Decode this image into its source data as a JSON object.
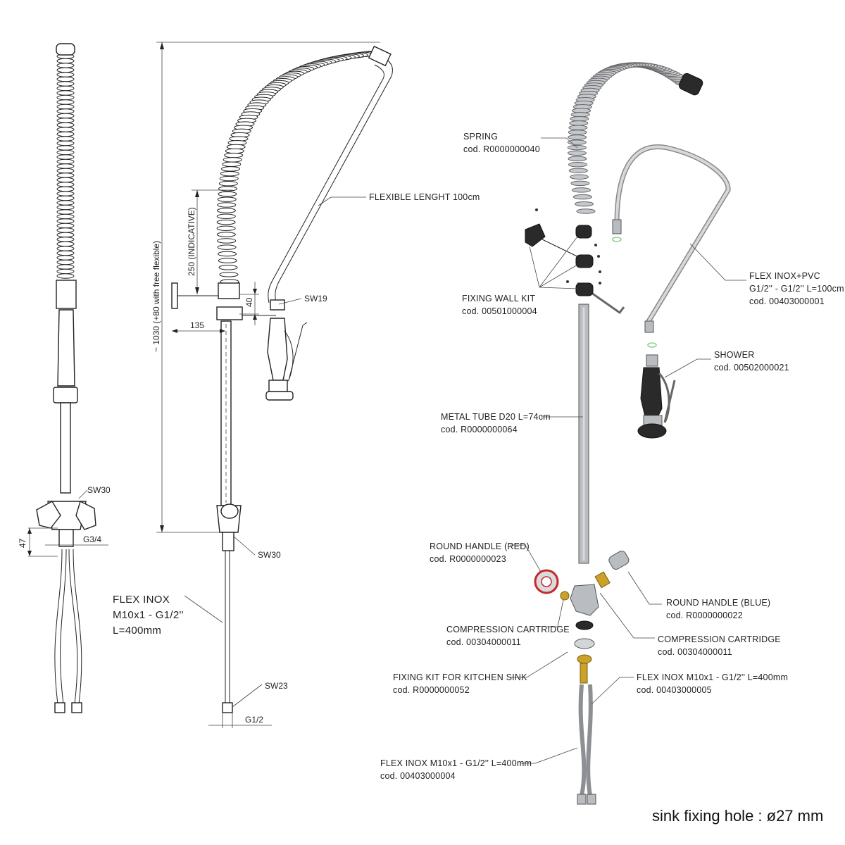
{
  "footer": {
    "note": "sink fixing hole : ø27 mm"
  },
  "dimensions": {
    "sw30_top": "SW30",
    "g34": "G3/4",
    "d47": "47",
    "height": "~ 1030 (+80 with free flexible)",
    "d250": "250 (INDICATIVE)",
    "d40": "40",
    "d135": "135",
    "sw19": "SW19",
    "sw30_side": "SW30",
    "sw23": "SW23",
    "g12": "G1/2",
    "flexible_length": "FLEXIBLE LENGHT 100cm",
    "flex_inox": [
      "FLEX INOX",
      "M10x1 - G1/2''",
      "L=400mm"
    ]
  },
  "parts": {
    "spring": [
      "SPRING",
      "cod. R0000000040"
    ],
    "fixing_wall_kit": [
      "FIXING WALL KIT",
      "cod. 00501000004"
    ],
    "flex_inox_pvc": [
      "FLEX INOX+PVC",
      "G1/2'' - G1/2'' L=100cm",
      "cod. 00403000001"
    ],
    "shower": [
      "SHOWER",
      "cod. 00502000021"
    ],
    "metal_tube": [
      "METAL TUBE D20 L=74cm",
      "cod. R0000000064"
    ],
    "round_handle_red": [
      "ROUND HANDLE (RED)",
      "cod. R0000000023"
    ],
    "round_handle_blue": [
      "ROUND HANDLE (BLUE)",
      "cod. R0000000022"
    ],
    "cartridge_left": [
      "COMPRESSION CARTRIDGE",
      "cod. 00304000011"
    ],
    "cartridge_right": [
      "COMPRESSION CARTRIDGE",
      "cod. 00304000011"
    ],
    "fixing_kit_sink": [
      "FIXING KIT FOR KITCHEN SINK",
      "cod. R0000000052"
    ],
    "flex_inox_right": [
      "FLEX INOX M10x1 - G1/2'' L=400mm",
      "cod. 00403000005"
    ],
    "flex_inox_left": [
      "FLEX INOX M10x1 - G1/2'' L=400mm",
      "cod. 00403000004"
    ]
  },
  "colors": {
    "handle_red": "#c62828",
    "cartridge_brass": "#c9a227",
    "seal_green": "#8fd18f",
    "spring_grey": "#c4c7cb"
  }
}
